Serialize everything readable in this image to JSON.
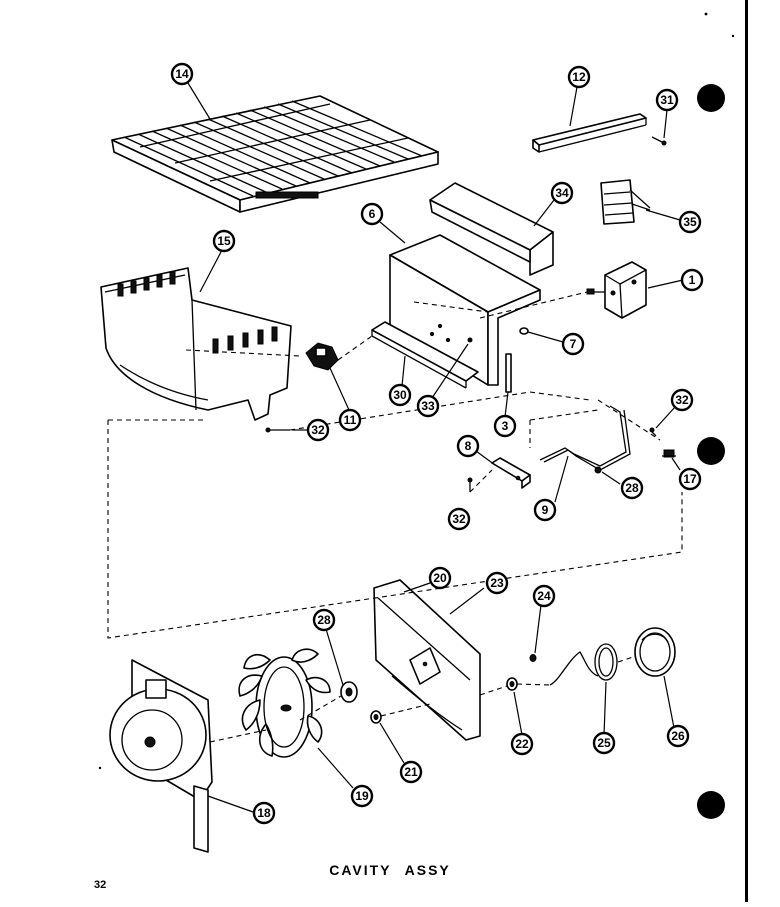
{
  "diagram": {
    "title": "CAVITY ASSY",
    "page_number": "32",
    "callouts": [
      {
        "id": "c14",
        "label": "14"
      },
      {
        "id": "c12",
        "label": "12"
      },
      {
        "id": "c31",
        "label": "31"
      },
      {
        "id": "c6",
        "label": "6"
      },
      {
        "id": "c34",
        "label": "34"
      },
      {
        "id": "c35",
        "label": "35"
      },
      {
        "id": "c15",
        "label": "15"
      },
      {
        "id": "c1",
        "label": "1"
      },
      {
        "id": "c7",
        "label": "7"
      },
      {
        "id": "c11",
        "label": "11"
      },
      {
        "id": "c30",
        "label": "30"
      },
      {
        "id": "c33",
        "label": "33"
      },
      {
        "id": "c3",
        "label": "3"
      },
      {
        "id": "c32a",
        "label": "32"
      },
      {
        "id": "c32b",
        "label": "32"
      },
      {
        "id": "c32c",
        "label": "32"
      },
      {
        "id": "c8",
        "label": "8"
      },
      {
        "id": "c9",
        "label": "9"
      },
      {
        "id": "c28a",
        "label": "28"
      },
      {
        "id": "c17",
        "label": "17"
      },
      {
        "id": "c20",
        "label": "20"
      },
      {
        "id": "c23",
        "label": "23"
      },
      {
        "id": "c24",
        "label": "24"
      },
      {
        "id": "c28b",
        "label": "28"
      },
      {
        "id": "c22",
        "label": "22"
      },
      {
        "id": "c25",
        "label": "25"
      },
      {
        "id": "c26",
        "label": "26"
      },
      {
        "id": "c21",
        "label": "21"
      },
      {
        "id": "c19",
        "label": "19"
      },
      {
        "id": "c18",
        "label": "18"
      }
    ]
  }
}
